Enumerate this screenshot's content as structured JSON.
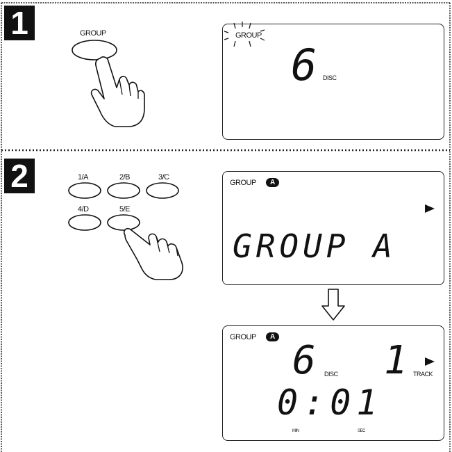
{
  "steps": [
    {
      "number": "1",
      "button_label": "GROUP",
      "display": {
        "indicator": "GROUP",
        "digit": "6",
        "unit": "DISC"
      }
    },
    {
      "number": "2",
      "buttons": [
        "1/A",
        "2/B",
        "3/C",
        "4/D",
        "5/E"
      ],
      "display_a": {
        "indicator": "GROUP",
        "badge": "A",
        "text": "GROUP A",
        "play_icon": "play-triangle-icon"
      },
      "arrow_icon": "down-arrow-icon",
      "display_b": {
        "indicator": "GROUP",
        "badge": "A",
        "disc_digit": "6",
        "disc_unit": "DISC",
        "track_digit": "1",
        "track_unit": "TRACK",
        "time": "0:01",
        "min_label": "MIN",
        "sec_label": "SEC",
        "play_icon": "play-triangle-icon"
      }
    }
  ],
  "icons": [
    "hand-pointer-icon",
    "blink-rays-icon"
  ],
  "colors": {
    "ink": "#111111",
    "paper": "#ffffff"
  }
}
